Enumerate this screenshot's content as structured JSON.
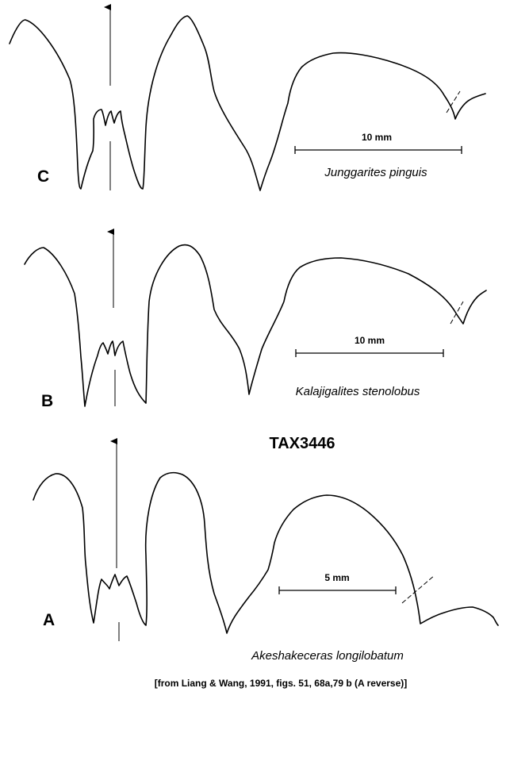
{
  "title": "TAX3446",
  "caption": "[from Liang & Wang, 1991, figs. 51, 68a,79 b (A reverse)]",
  "panels": {
    "c": {
      "letter": "C",
      "species": "Junggarites pinguis",
      "scale_label": "10 mm"
    },
    "b": {
      "letter": "B",
      "species": "Kalajigalites stenolobus",
      "scale_label": "10 mm"
    },
    "a": {
      "letter": "A",
      "species": "Akeshakeceras longilobatum",
      "scale_label": "5 mm"
    }
  }
}
